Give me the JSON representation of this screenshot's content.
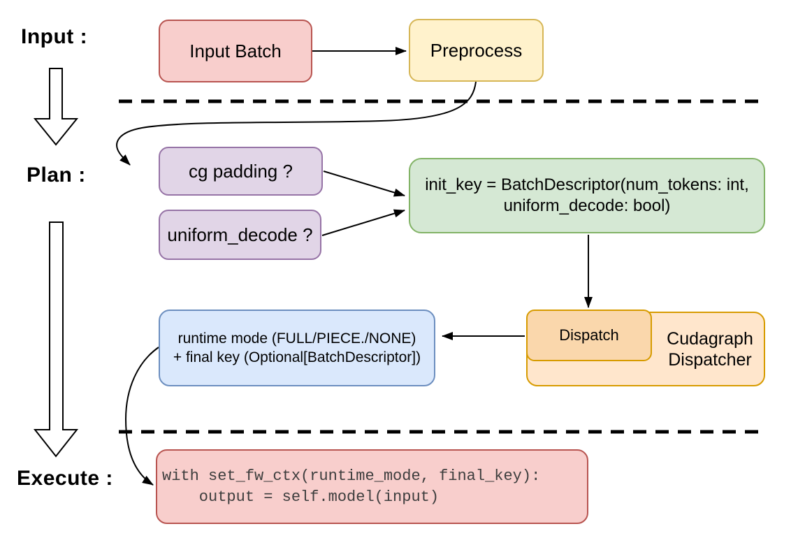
{
  "stages": {
    "input": "Input :",
    "plan": "Plan :",
    "execute": "Execute :"
  },
  "nodes": {
    "input_batch": {
      "label": "Input Batch",
      "fill": "#F8CECC",
      "stroke": "#B85450"
    },
    "preprocess": {
      "label": "Preprocess",
      "fill": "#FFF2CC",
      "stroke": "#D6B656"
    },
    "cg_padding": {
      "label": "cg padding ?",
      "fill": "#E1D5E7",
      "stroke": "#9673A6"
    },
    "uniform_decode": {
      "label": "uniform_decode ?",
      "fill": "#E1D5E7",
      "stroke": "#9673A6"
    },
    "init_key": {
      "line1": "init_key = BatchDescriptor(num_tokens: int,",
      "line2": "uniform_decode: bool)",
      "fill": "#D5E8D4",
      "stroke": "#82B366"
    },
    "cudagraph_dispatcher": {
      "line1": "Cudagraph",
      "line2": "Dispatcher",
      "fill": "#FFE6CC",
      "stroke": "#D79B00"
    },
    "dispatch": {
      "label": "Dispatch",
      "fill": "#FAD7AC",
      "stroke": "#D79B00"
    },
    "runtime_result": {
      "line1": "runtime mode (FULL/PIECE./NONE)",
      "line2": "+ final key (Optional[BatchDescriptor])",
      "fill": "#DAE8FC",
      "stroke": "#6C8EBF"
    },
    "execute_code": {
      "line1": "with set_fw_ctx(runtime_mode, final_key):",
      "line2": "    output = self.model(input)",
      "fill": "#F8CECC",
      "stroke": "#B85450",
      "text_color": "#3d3d3d"
    }
  },
  "connector_color": "#000000"
}
